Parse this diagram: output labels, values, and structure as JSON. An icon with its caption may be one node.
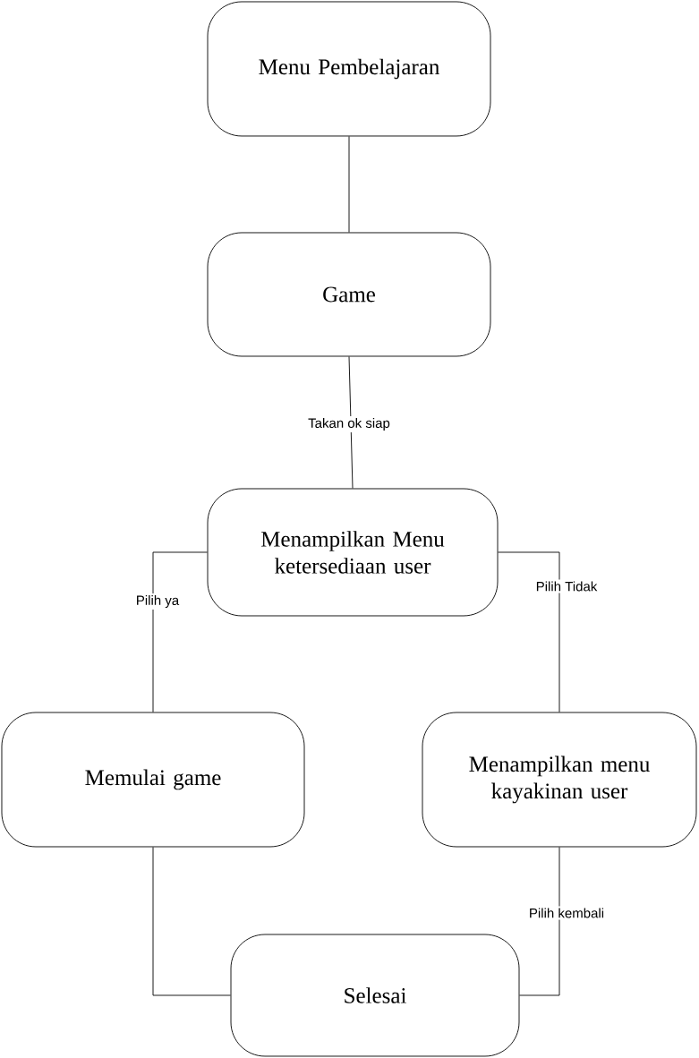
{
  "diagram": {
    "nodes": [
      {
        "text": [
          "Menu Pembelajaran"
        ]
      },
      {
        "text": [
          "Game"
        ]
      },
      {
        "text": [
          "Menampilkan Menu ketersediaan user"
        ]
      },
      {
        "text": [
          "Memulai game"
        ]
      },
      {
        "text": [
          "Menampilkan menu kayakinan user"
        ]
      },
      {
        "text": [
          "Selesai"
        ]
      }
    ],
    "edges": [
      {
        "from": 0,
        "to": 1,
        "arrow": "none"
      },
      {
        "from": 1,
        "to": 2,
        "arrow": "none",
        "label": "Takan ok siap"
      },
      {
        "from": 2,
        "to": 3,
        "arrow": "none",
        "label": "Pilih ya"
      },
      {
        "from": 2,
        "to": 4,
        "arrow": "none",
        "label": "Pilih Tidak"
      },
      {
        "from": 3,
        "to": 5,
        "arrow": "none"
      },
      {
        "from": 4,
        "to": 5,
        "arrow": "none",
        "label": "Pilih kembali"
      }
    ]
  }
}
